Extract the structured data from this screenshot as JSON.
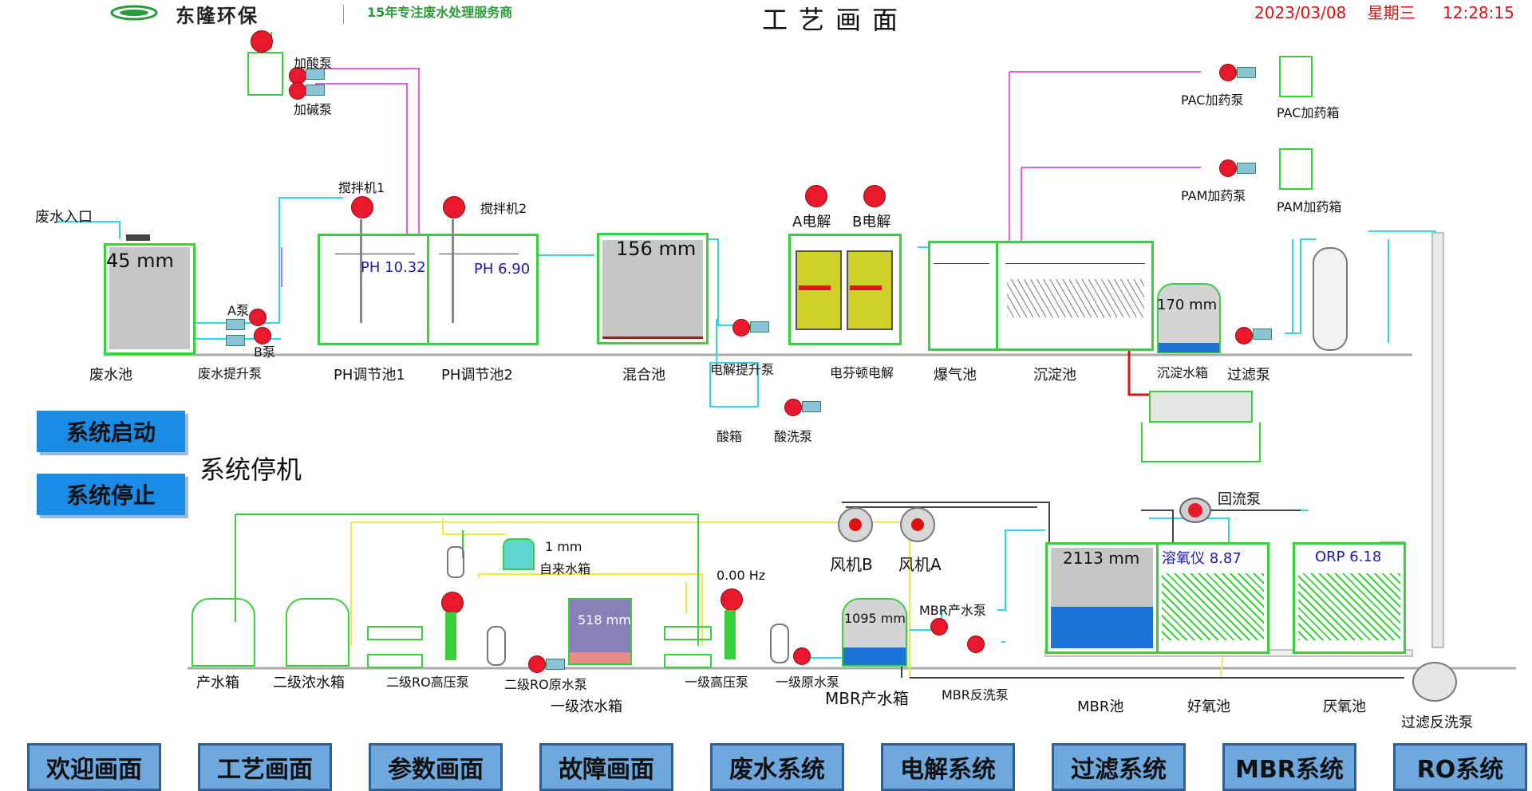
{
  "header": {
    "company_name": "东隆环保",
    "slogan": "15年专注废水处理服务商",
    "screen_title": "工艺画面",
    "date": "2023/03/08",
    "weekday": "星期三",
    "time": "12:28:15",
    "accent_color": "#e8192c"
  },
  "controls": {
    "start_label": "系统启动",
    "stop_label": "系统停止",
    "status_text": "系统停机"
  },
  "process_top": {
    "wastewater_inlet": "废水入口",
    "wastewater_pool_level": "45 mm",
    "wastewater_pool": "废水池",
    "pump_a": "A泵",
    "pump_b": "B泵",
    "lift_pump": "废水提升泵",
    "acid_pump": "加酸泵",
    "alkali_pump": "加碱泵",
    "mixer1": "搅拌机1",
    "mixer2": "搅拌机2",
    "ph1_value": "PH 10.32",
    "ph2_value": "PH 6.90",
    "ph_tank1": "PH调节池1",
    "ph_tank2": "PH调节池2",
    "mix_tank_level": "156 mm",
    "mix_tank": "混合池",
    "electrolysis_lift_pump": "电解提升泵",
    "acid_tank": "酸箱",
    "acid_wash_pump": "酸洗泵",
    "electrolysis_a": "A电解",
    "electrolysis_b": "B电解",
    "fenton_electrolysis": "电芬顿电解",
    "aeration_tank": "爆气池",
    "sedimentation_tank": "沉淀池",
    "settled_water_level": "170 mm",
    "settled_water_tank": "沉淀水箱",
    "filter_pump": "过滤泵",
    "pac_pump": "PAC加药泵",
    "pac_box": "PAC加药箱",
    "pam_pump": "PAM加药泵",
    "pam_box": "PAM加药箱"
  },
  "process_bottom": {
    "product_tank": "产水箱",
    "secondary_conc_tank": "二级浓水箱",
    "secondary_ro_hp_pump": "二级RO高压泵",
    "secondary_ro_feed_pump": "二级RO原水泵",
    "tap_water_level": "1 mm",
    "tap_water_tank": "自来水箱",
    "primary_conc_level": "518 mm",
    "primary_conc_tank": "一级浓水箱",
    "freq_value": "0.00 Hz",
    "primary_hp_pump": "一级高压泵",
    "primary_feed_pump": "一级原水泵",
    "mbr_product_level": "1095 mm",
    "mbr_product_tank": "MBR产水箱",
    "mbr_product_pump": "MBR产水泵",
    "mbr_backwash_pump": "MBR反洗泵",
    "fan_b": "风机B",
    "fan_a": "风机A",
    "mbr_level": "2113 mm",
    "mbr_tank": "MBR池",
    "do_value": "溶氧仪 8.87",
    "aerobic_tank": "好氧池",
    "orp_value": "ORP 6.18",
    "anaerobic_tank": "厌氧池",
    "return_pump": "回流泵",
    "filter_backwash_pump": "过滤反洗泵"
  },
  "nav": [
    {
      "label": "欢迎画面"
    },
    {
      "label": "工艺画面"
    },
    {
      "label": "参数画面"
    },
    {
      "label": "故障画面"
    },
    {
      "label": "废水系统"
    },
    {
      "label": "电解系统"
    },
    {
      "label": "过滤系统"
    },
    {
      "label": "MBR系统"
    },
    {
      "label": "RO系统"
    }
  ]
}
